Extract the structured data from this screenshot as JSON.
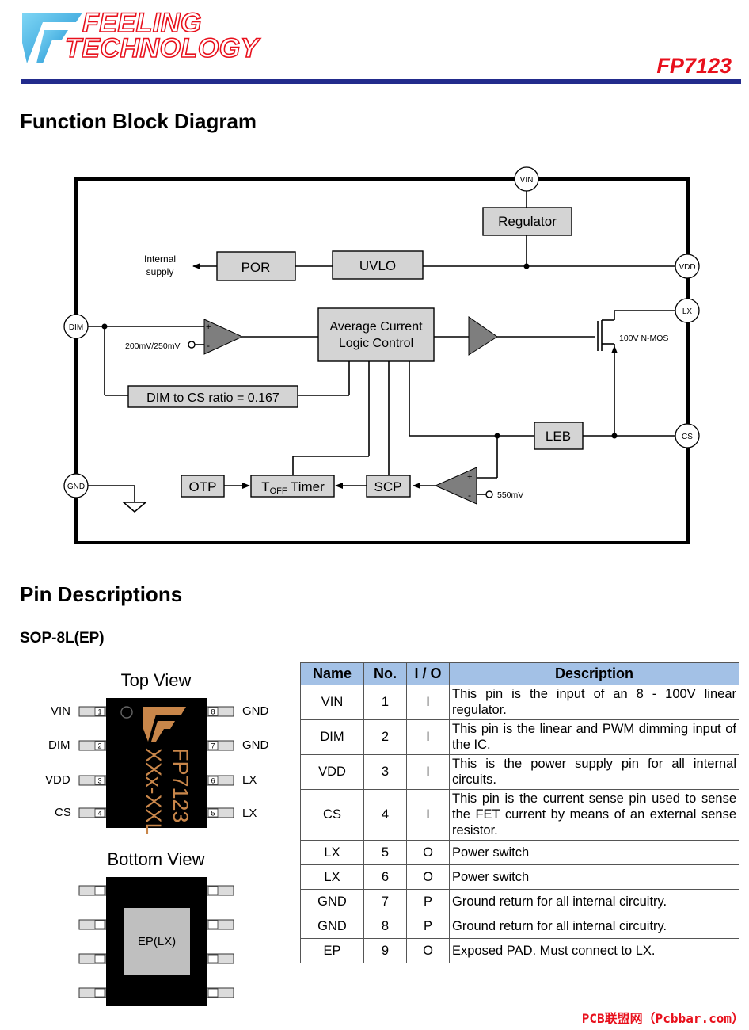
{
  "header": {
    "logo_line1": "FEELING",
    "logo_line2": "TECHNOLOGY",
    "part_number": "FP7123",
    "colors": {
      "accent_red": "#e8101c",
      "rule_blue": "#222b8c",
      "table_header": "#a3c1e6"
    }
  },
  "block_diagram": {
    "title": "Function Block Diagram",
    "pins": {
      "vin": "VIN",
      "vdd": "VDD",
      "lx": "LX",
      "cs": "CS",
      "dim": "DIM",
      "gnd": "GND"
    },
    "blocks": {
      "regulator": "Regulator",
      "por": "POR",
      "uvlo": "UVLO",
      "avg_line1": "Average Current",
      "avg_line2": "Logic Control",
      "dim_ratio": "DIM to CS ratio = 0.167",
      "leb": "LEB",
      "otp": "OTP",
      "toff_t": "T",
      "toff_sub": "OFF",
      "toff_rest": " Timer",
      "scp": "SCP"
    },
    "labels": {
      "internal_line1": "Internal",
      "internal_line2": "supply",
      "dim_ref": "200mV/250mV",
      "mos": "100V N-MOS",
      "scp_ref": "550mV",
      "plus": "+",
      "minus": "-"
    }
  },
  "pin_section": {
    "title": "Pin Descriptions",
    "package": "SOP-8L(EP)",
    "top_view": {
      "title": "Top View",
      "left_pins": [
        {
          "label": "VIN",
          "num": "1"
        },
        {
          "label": "DIM",
          "num": "2"
        },
        {
          "label": "VDD",
          "num": "3"
        },
        {
          "label": "CS",
          "num": "4"
        }
      ],
      "right_pins": [
        {
          "label": "GND",
          "num": "8"
        },
        {
          "label": "GND",
          "num": "7"
        },
        {
          "label": "LX",
          "num": "6"
        },
        {
          "label": "LX",
          "num": "5"
        }
      ],
      "marking_line1": "FP7123",
      "marking_line2": "XXx-XXL"
    },
    "bottom_view": {
      "title": "Bottom View",
      "pad_label": "EP(LX)"
    },
    "table": {
      "headers": [
        "Name",
        "No.",
        "I / O",
        "Description"
      ],
      "rows": [
        {
          "name": "VIN",
          "no": "1",
          "io": "I",
          "desc": "This pin is the input of an 8 - 100V linear regulator."
        },
        {
          "name": "DIM",
          "no": "2",
          "io": "I",
          "desc": "This pin is the linear and PWM dimming input of the IC."
        },
        {
          "name": "VDD",
          "no": "3",
          "io": "I",
          "desc": "This is the power supply pin for all internal circuits."
        },
        {
          "name": "CS",
          "no": "4",
          "io": "I",
          "desc": "This pin is the current sense pin used to sense the FET current by means of an external sense resistor."
        },
        {
          "name": "LX",
          "no": "5",
          "io": "O",
          "desc": "Power switch"
        },
        {
          "name": "LX",
          "no": "6",
          "io": "O",
          "desc": "Power switch"
        },
        {
          "name": "GND",
          "no": "7",
          "io": "P",
          "desc": "Ground return for all internal circuitry."
        },
        {
          "name": "GND",
          "no": "8",
          "io": "P",
          "desc": "Ground return for all internal circuitry."
        },
        {
          "name": "EP",
          "no": "9",
          "io": "O",
          "desc": "Exposed PAD. Must connect to LX."
        }
      ]
    }
  },
  "watermark": "PCB联盟网（Pcbbar.com）"
}
